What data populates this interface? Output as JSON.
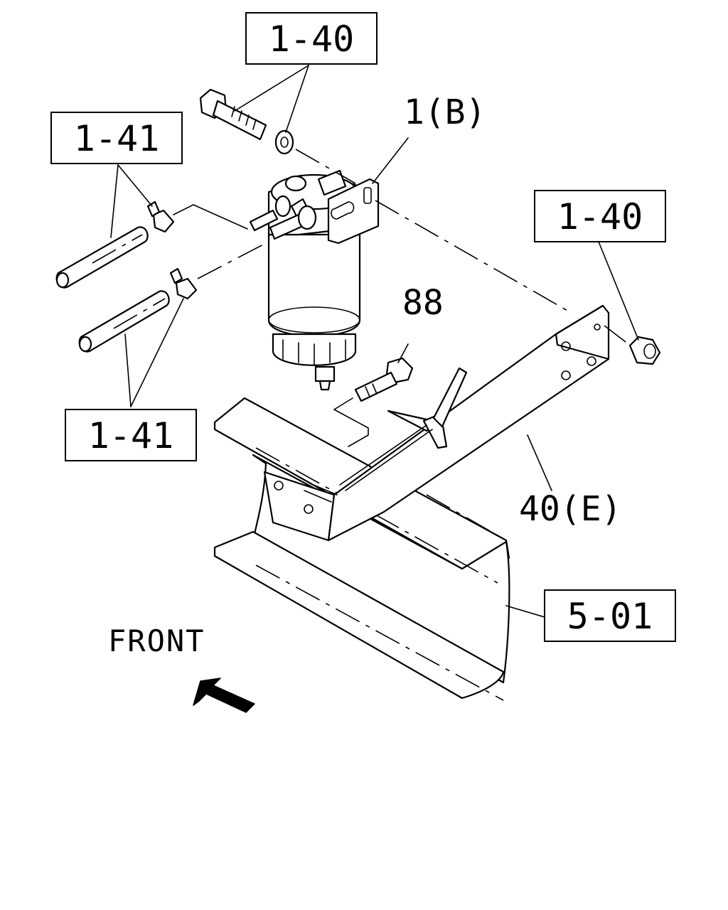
{
  "callouts": {
    "top_bolt_ref": "1-40",
    "right_nut_ref": "1-40",
    "upper_hose_ref": "1-41",
    "lower_hose_ref": "1-41",
    "frame_ref": "5-01"
  },
  "labels": {
    "filter_assembly": "1(B)",
    "bolt": "88",
    "bracket": "40(E)"
  },
  "direction": {
    "text": "FRONT",
    "arrow_icon": "front-arrow-icon"
  }
}
